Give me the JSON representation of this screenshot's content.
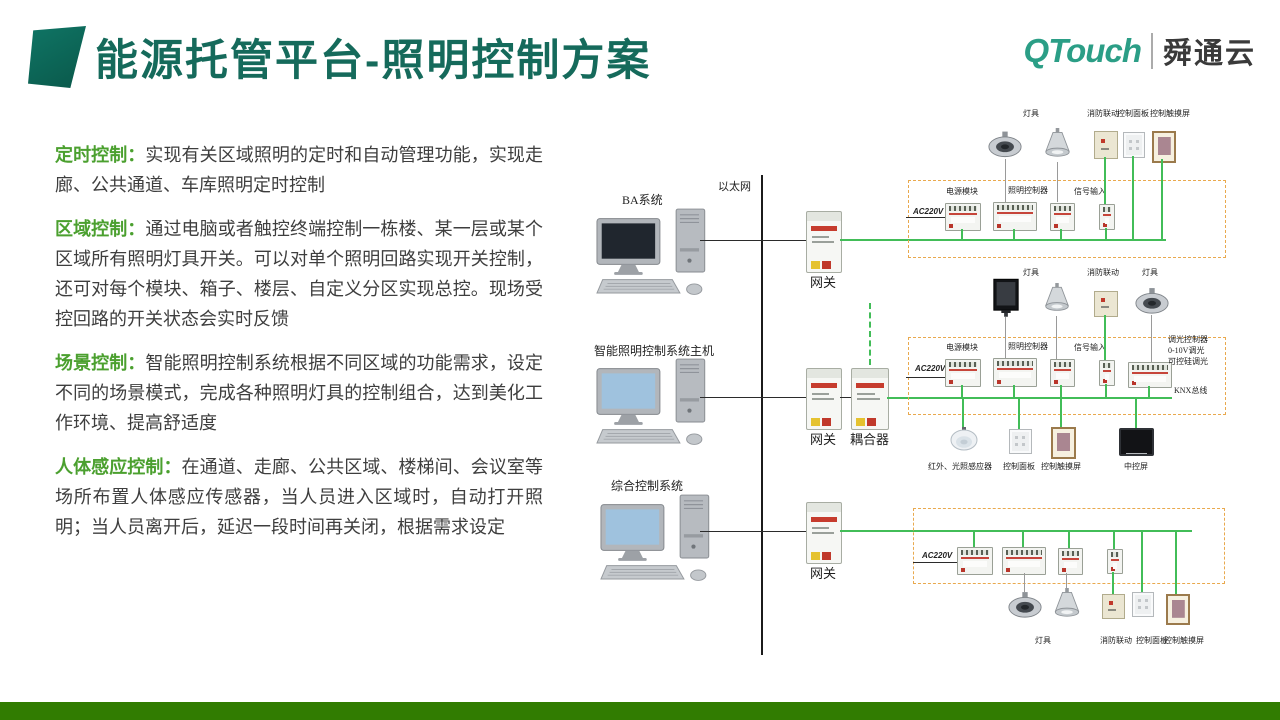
{
  "header": {
    "title": "能源托管平台-照明控制方案",
    "logo_brand": "QTouch",
    "logo_name": "舜通云"
  },
  "bullets": [
    {
      "keyword": "定时控制：",
      "text": "实现有关区域照明的定时和自动管理功能，实现走廊、公共通道、车库照明定时控制"
    },
    {
      "keyword": "区域控制：",
      "text": "通过电脑或者触控终端控制一栋楼、某一层或某个区域所有照明灯具开关。可以对单个照明回路实现开关控制，还可对每个模块、箱子、楼层、自定义分区实现总控。现场受控回路的开关状态会实时反馈"
    },
    {
      "keyword": "场景控制：",
      "text": "智能照明控制系统根据不同区域的功能需求，设定不同的场景模式，完成各种照明灯具的控制组合，达到美化工作环境、提高舒适度"
    },
    {
      "keyword": "人体感应控制：",
      "text": "在通道、走廊、公共区域、楼梯间、会议室等场所布置人体感应传感器，当人员进入区域时，自动打开照明；当人员离开后，延迟一段时间再关闭，根据需求设定"
    }
  ],
  "diagram": {
    "ethernet": "以太网",
    "system1": "BA系统",
    "system2": "智能照明控制系统主机",
    "system3": "综合控制系统",
    "gateway": "网关",
    "coupler": "耦合器",
    "ac": "AC220V",
    "knx": "KNX总线",
    "power_module": "电源模块",
    "lighting_controller": "照明控制器",
    "signal_input": "信号输入",
    "dimmer1": "调光控制器",
    "dimmer2": "0-10V调光",
    "dimmer3": "可控硅调光",
    "lamp": "灯具",
    "fire": "消防联动",
    "panel": "控制面板",
    "touch": "控制触摸屏",
    "sensor": "红外、光照感应器",
    "tv": "中控屏"
  },
  "colors": {
    "title_green": "#156a5b",
    "keyword_green": "#4ba02f",
    "logo_green": "#2b9e86",
    "bus_green": "#42bd58",
    "dash_orange": "#e9a94e",
    "footer_green": "#317c01"
  }
}
